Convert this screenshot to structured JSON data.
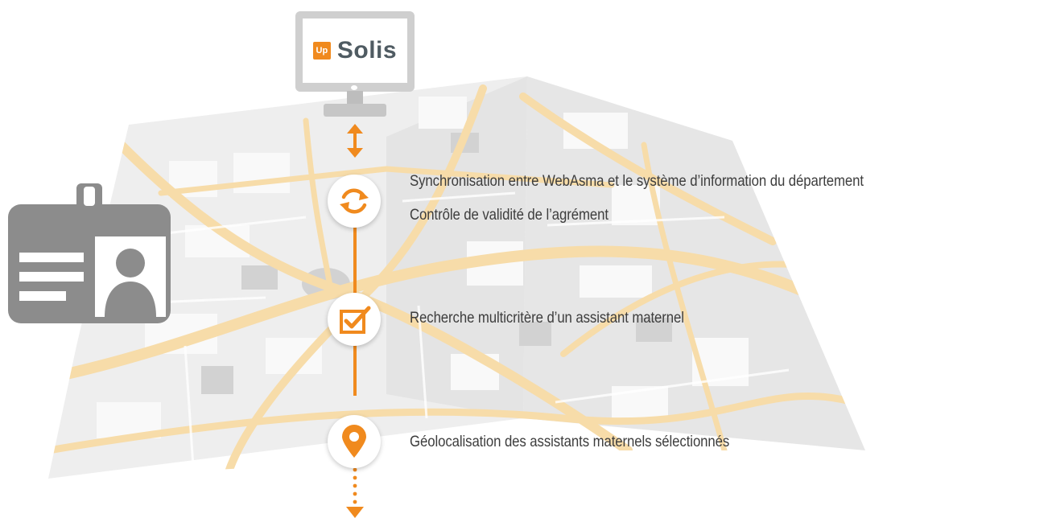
{
  "header": {
    "logo_badge": "Up",
    "logo_text": "Solis"
  },
  "steps": [
    {
      "icon": "sync-icon",
      "lines": [
        "Synchronisation entre WebAsma et le système d’information du département",
        "Contrôle de validité de l’agrément"
      ]
    },
    {
      "icon": "checklist-icon",
      "lines": [
        "Recherche multicritère d’un assistant maternel"
      ]
    },
    {
      "icon": "map-pin-icon",
      "lines": [
        "Géolocalisation des assistants maternels sélectionnés"
      ]
    }
  ],
  "colors": {
    "accent": "#f08a1e",
    "text": "#3d3d3d",
    "icon_gray": "#8c8c8c",
    "monitor_gray": "#cfcfcf",
    "map_road": "#f7dca9"
  }
}
